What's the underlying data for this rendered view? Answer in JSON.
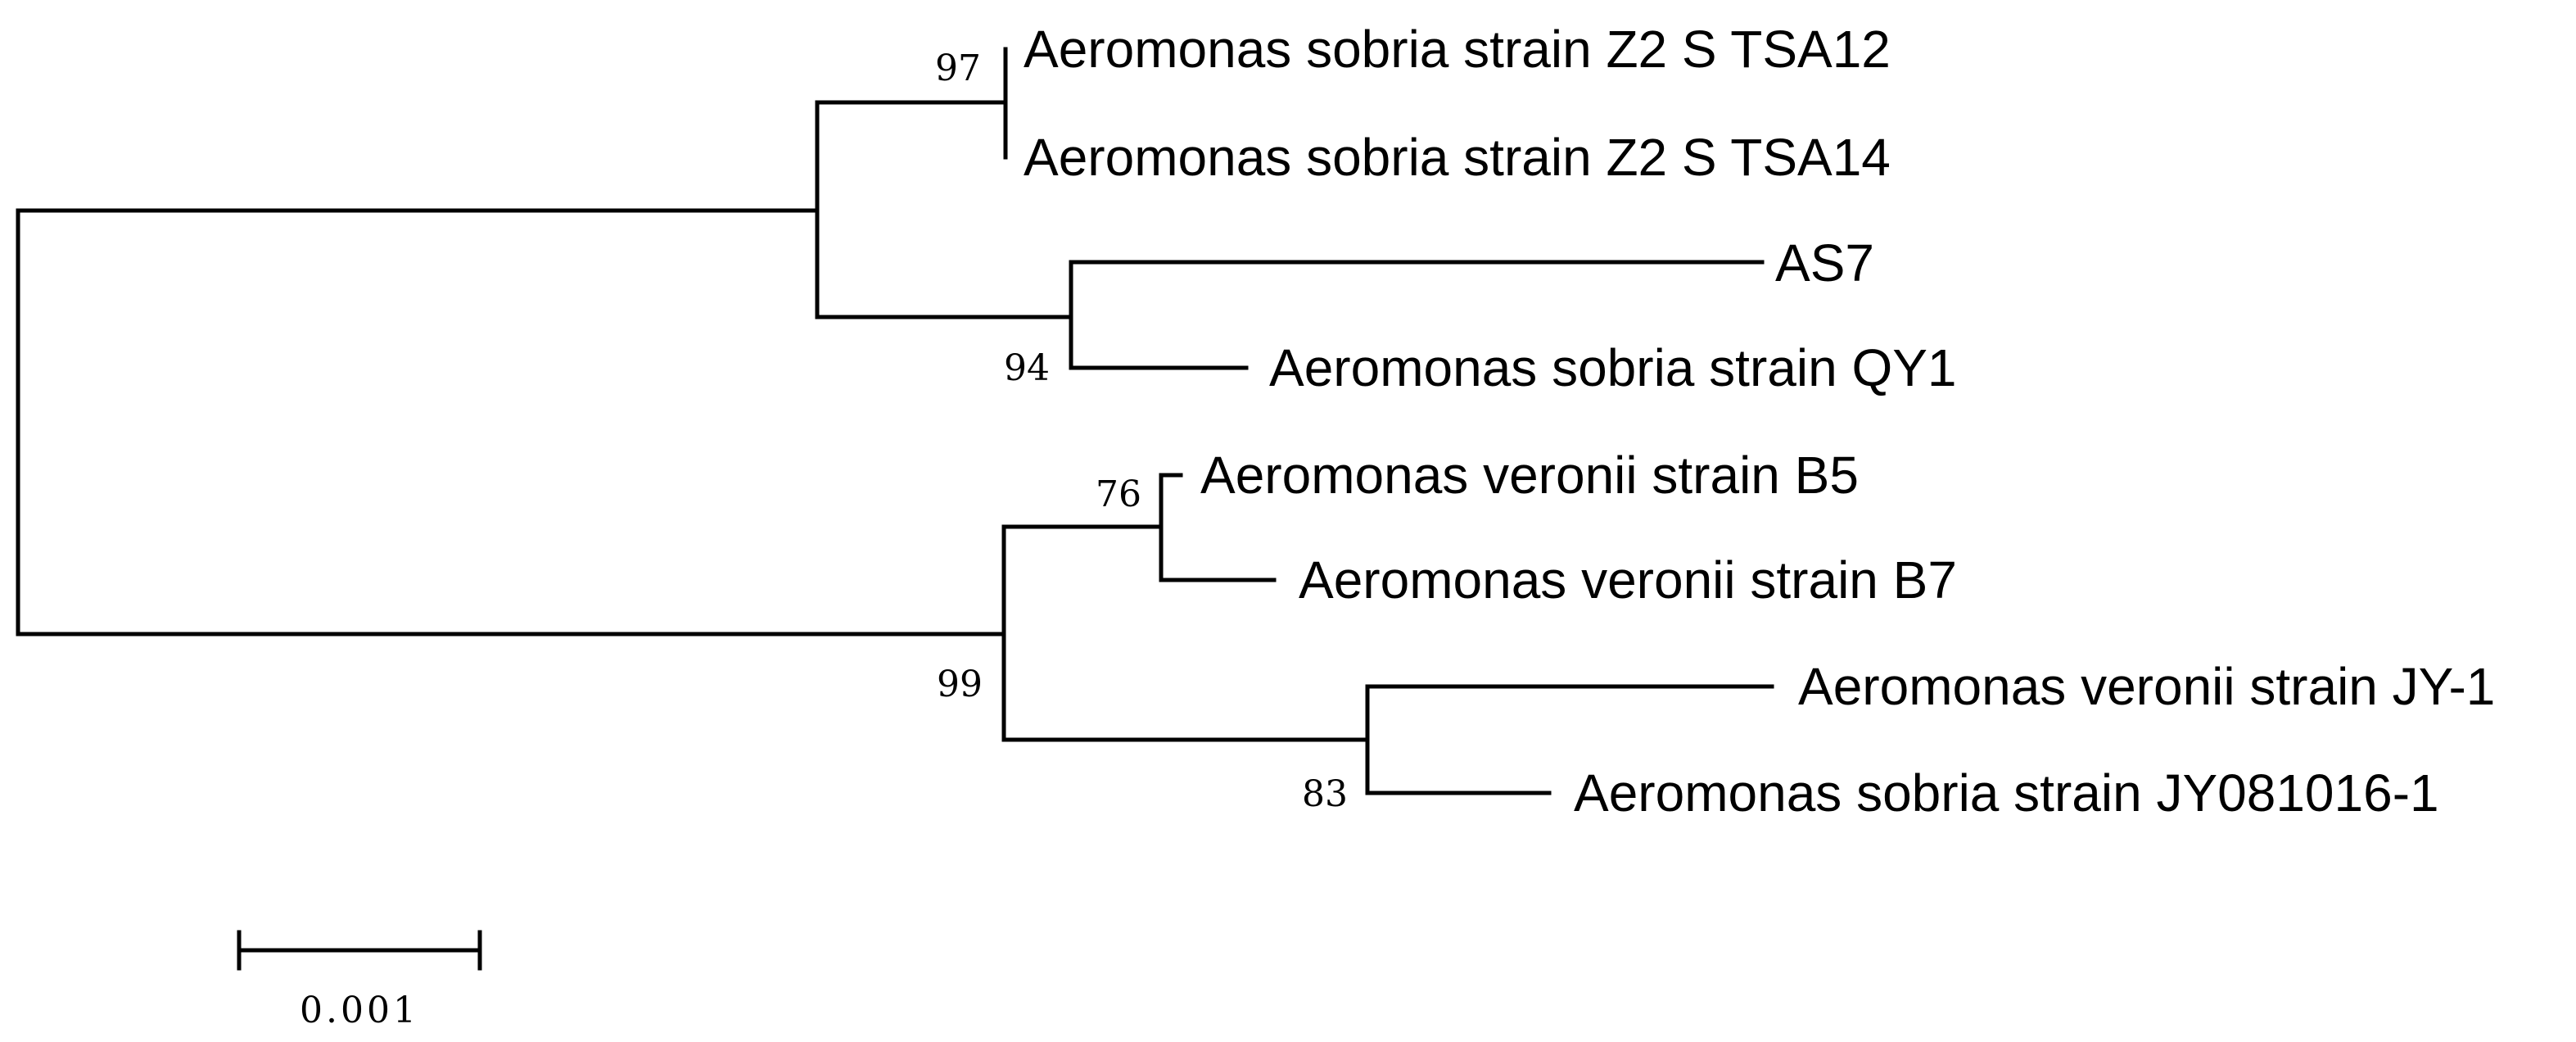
{
  "tree": {
    "leaves": [
      {
        "id": "tsa12",
        "label": "Aeromonas sobria strain Z2 S TSA12"
      },
      {
        "id": "tsa14",
        "label": "Aeromonas sobria strain Z2 S TSA14"
      },
      {
        "id": "as7",
        "label": "AS7"
      },
      {
        "id": "qy1",
        "label": "Aeromonas sobria strain QY1"
      },
      {
        "id": "b5",
        "label": "Aeromonas veronii strain B5"
      },
      {
        "id": "b7",
        "label": "Aeromonas veronii strain B7"
      },
      {
        "id": "jy1",
        "label": "Aeromonas veronii strain JY-1"
      },
      {
        "id": "jy081016",
        "label": "Aeromonas sobria strain JY081016-1"
      }
    ],
    "bootstrap": [
      {
        "id": "n97",
        "value": "97"
      },
      {
        "id": "n94",
        "value": "94"
      },
      {
        "id": "n76",
        "value": "76"
      },
      {
        "id": "n99",
        "value": "99"
      },
      {
        "id": "n83",
        "value": "83"
      }
    ],
    "scale_bar_label": "0.001"
  },
  "colors": {
    "line": "#000000",
    "background": "#ffffff"
  }
}
